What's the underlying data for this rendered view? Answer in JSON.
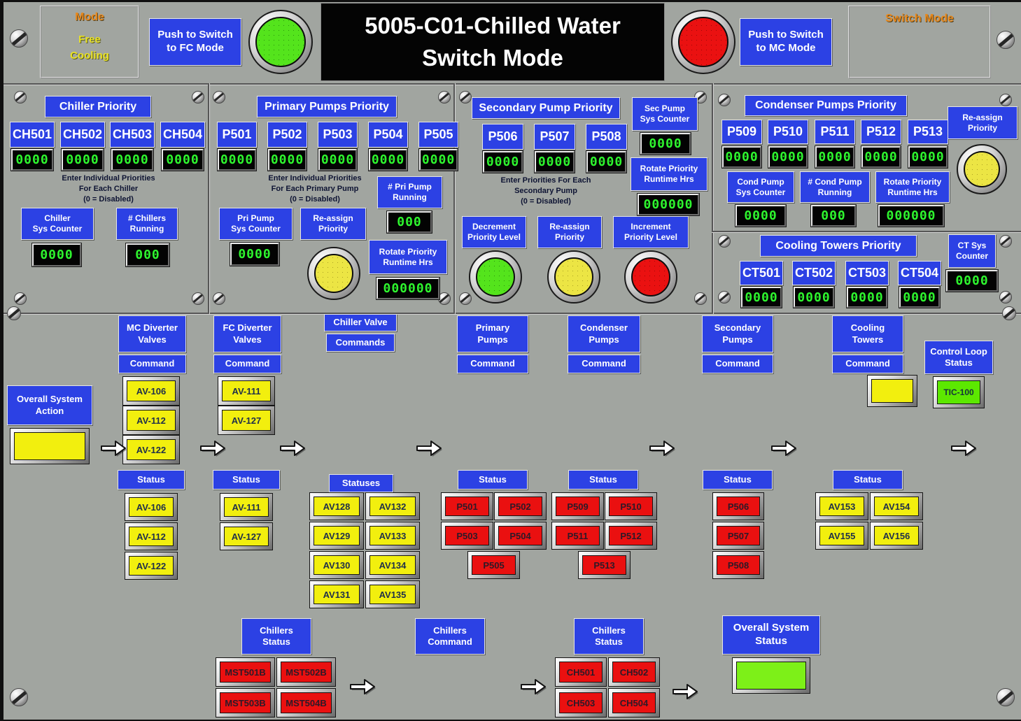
{
  "header": {
    "mode_box": {
      "title": "Mode",
      "value_line1": "Free",
      "value_line2": "Cooling"
    },
    "fc_button": {
      "line1": "Push to Switch",
      "line2": "to FC Mode"
    },
    "title": {
      "line1": "5005-C01-Chilled Water",
      "line2": "Switch Mode"
    },
    "mc_button": {
      "line1": "Push to Switch",
      "line2": "to MC Mode"
    },
    "switch_mode_box": {
      "title": "Switch Mode"
    }
  },
  "panels": {
    "chiller": {
      "title": "Chiller Priority",
      "units": [
        {
          "tag": "CH501",
          "value": "0000"
        },
        {
          "tag": "CH502",
          "value": "0000"
        },
        {
          "tag": "CH503",
          "value": "0000"
        },
        {
          "tag": "CH504",
          "value": "0000"
        }
      ],
      "note": [
        "Enter Individual Priorities",
        "For Each Chiller",
        "(0 = Disabled)"
      ],
      "sys_counter": {
        "line1": "Chiller",
        "line2": "Sys Counter",
        "value": "0000"
      },
      "running": {
        "line1": "# Chillers",
        "line2": "Running",
        "value": "000"
      }
    },
    "primary": {
      "title": "Primary Pumps Priority",
      "units": [
        {
          "tag": "P501",
          "value": "0000"
        },
        {
          "tag": "P502",
          "value": "0000"
        },
        {
          "tag": "P503",
          "value": "0000"
        },
        {
          "tag": "P504",
          "value": "0000"
        },
        {
          "tag": "P505",
          "value": "0000"
        }
      ],
      "note": [
        "Enter Individual Priorities",
        "For Each Primary Pump",
        "(0 = Disabled)"
      ],
      "running": {
        "line1": "# Pri Pump",
        "line2": "Running",
        "value": "000"
      },
      "sys_counter": {
        "line1": "Pri Pump",
        "line2": "Sys Counter",
        "value": "0000"
      },
      "reassign": {
        "line1": "Re-assign",
        "line2": "Priority"
      },
      "rotate": {
        "line1": "Rotate Priority",
        "line2": "Runtime Hrs",
        "value": "000000"
      }
    },
    "secondary": {
      "title": "Secondary Pump Priority",
      "units": [
        {
          "tag": "P506",
          "value": "0000"
        },
        {
          "tag": "P507",
          "value": "0000"
        },
        {
          "tag": "P508",
          "value": "0000"
        }
      ],
      "note": [
        "Enter Priorities For Each",
        "Secondary Pump",
        "(0 = Disabled)"
      ],
      "sys_counter": {
        "line1": "Sec Pump",
        "line2": "Sys Counter",
        "value": "0000"
      },
      "rotate": {
        "line1": "Rotate Priority",
        "line2": "Runtime Hrs",
        "value": "000000"
      },
      "decrement": {
        "line1": "Decrement",
        "line2": "Priority Level"
      },
      "reassign": {
        "line1": "Re-assign",
        "line2": "Priority"
      },
      "increment": {
        "line1": "Increment",
        "line2": "Priority Level"
      }
    },
    "condenser": {
      "title": "Condenser Pumps Priority",
      "units": [
        {
          "tag": "P509",
          "value": "0000"
        },
        {
          "tag": "P510",
          "value": "0000"
        },
        {
          "tag": "P511",
          "value": "0000"
        },
        {
          "tag": "P512",
          "value": "0000"
        },
        {
          "tag": "P513",
          "value": "0000"
        }
      ],
      "sys_counter": {
        "line1": "Cond Pump",
        "line2": "Sys Counter",
        "value": "0000"
      },
      "running": {
        "line1": "# Cond Pump",
        "line2": "Running",
        "value": "000"
      },
      "rotate": {
        "line1": "Rotate Priority",
        "line2": "Runtime Hrs",
        "value": "000000"
      },
      "reassign": {
        "line1": "Re-assign",
        "line2": "Priority"
      }
    },
    "cooling": {
      "title": "Cooling Towers Priority",
      "units": [
        {
          "tag": "CT501",
          "value": "0000"
        },
        {
          "tag": "CT502",
          "value": "0000"
        },
        {
          "tag": "CT503",
          "value": "0000"
        },
        {
          "tag": "CT504",
          "value": "0000"
        }
      ],
      "sys_counter": {
        "line1": "CT Sys",
        "line2": "Counter",
        "value": "0000"
      }
    }
  },
  "flow": {
    "overall_action": {
      "line1": "Overall System",
      "line2": "Action"
    },
    "mc_diverter": {
      "line1": "MC Diverter",
      "line2": "Valves",
      "command": "Command",
      "valves": [
        "AV-106",
        "AV-112",
        "AV-122"
      ]
    },
    "fc_diverter": {
      "line1": "FC Diverter",
      "line2": "Valves",
      "command": "Command",
      "valves": [
        "AV-111",
        "AV-127"
      ]
    },
    "chiller_valve": {
      "header": "Chiller Valve",
      "command": "Commands"
    },
    "primary": {
      "line1": "Primary",
      "line2": "Pumps",
      "command": "Command"
    },
    "condenser": {
      "line1": "Condenser",
      "line2": "Pumps",
      "command": "Command"
    },
    "secondary": {
      "line1": "Secondary",
      "line2": "Pumps",
      "command": "Command"
    },
    "cooling": {
      "line1": "Cooling",
      "line2": "Towers",
      "command": "Command"
    },
    "control_loop": {
      "line1": "Control Loop",
      "line2": "Status",
      "value": "TIC-100"
    }
  },
  "statuses": {
    "mc": {
      "header": "Status",
      "items": [
        "AV-106",
        "AV-112",
        "AV-122"
      ]
    },
    "fc": {
      "header": "Status",
      "items": [
        "AV-111",
        "AV-127"
      ]
    },
    "valves": {
      "header": "Statuses",
      "col1": [
        "AV128",
        "AV129",
        "AV130",
        "AV131"
      ],
      "col2": [
        "AV132",
        "AV133",
        "AV134",
        "AV135"
      ]
    },
    "primary": {
      "header": "Status",
      "items": [
        "P501",
        "P502",
        "P503",
        "P504",
        "P505"
      ]
    },
    "condenser": {
      "header": "Status",
      "items": [
        "P509",
        "P510",
        "P511",
        "P512",
        "P513"
      ]
    },
    "secondary": {
      "header": "Status",
      "items": [
        "P506",
        "P507",
        "P508"
      ]
    },
    "towers": {
      "header": "Status",
      "items": [
        "AV153",
        "AV154",
        "AV155",
        "AV156"
      ]
    }
  },
  "bottom": {
    "mst_status": {
      "line1": "Chillers",
      "line2": "Status",
      "items": [
        "MST501B",
        "MST502B",
        "MST503B",
        "MST504B"
      ]
    },
    "chillers_command": {
      "line1": "Chillers",
      "line2": "Command"
    },
    "ch_status": {
      "line1": "Chillers",
      "line2": "Status",
      "items": [
        "CH501",
        "CH502",
        "CH503",
        "CH504"
      ]
    },
    "overall_status": {
      "line1": "Overall System",
      "line2": "Status"
    }
  },
  "colors": {
    "panel_gray": "#a1a5a0",
    "button_blue": "#2c41e4",
    "led_green": "#2ef52e",
    "status_yellow": "#f2ef0e",
    "status_red": "#ea1010",
    "status_green": "#7df018",
    "lamp_green": "#54e41c",
    "lamp_yellow": "#ece544",
    "lamp_red": "#ea1111"
  }
}
